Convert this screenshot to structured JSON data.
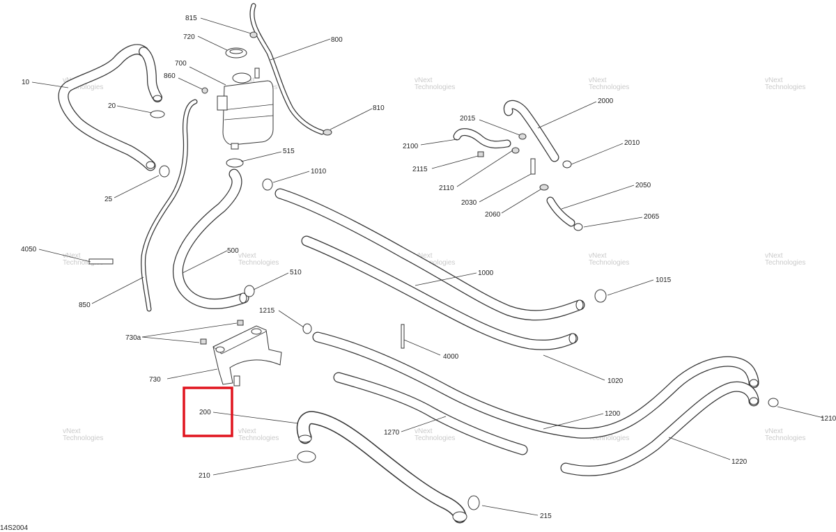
{
  "diagram_code": "14S2004",
  "watermark": {
    "line1": "vNext",
    "line2": "Technologies"
  },
  "highlight": {
    "part": "200",
    "color": "#e0141e"
  },
  "labels": [
    "815",
    "720",
    "800",
    "700",
    "860",
    "10",
    "20",
    "25",
    "810",
    "515",
    "1010",
    "2015",
    "2000",
    "2100",
    "2115",
    "2010",
    "2110",
    "2030",
    "2050",
    "2060",
    "2065",
    "4050",
    "500",
    "510",
    "850",
    "1000",
    "1015",
    "1215",
    "730a",
    "730",
    "4000",
    "1020",
    "200",
    "1200",
    "1270",
    "1210",
    "210",
    "1220",
    "215"
  ]
}
